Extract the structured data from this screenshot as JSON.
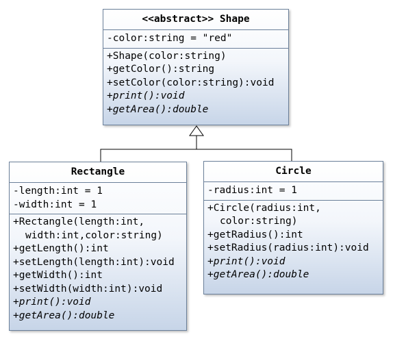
{
  "diagram": {
    "shape": {
      "name": "<<abstract>> Shape",
      "attributes": [
        {
          "text": "-color:string = \"red\"",
          "italic": false,
          "indent": false
        }
      ],
      "operations": [
        {
          "text": "+Shape(color:string)",
          "italic": false,
          "indent": false
        },
        {
          "text": "+getColor():string",
          "italic": false,
          "indent": false
        },
        {
          "text": "+setColor(color:string):void",
          "italic": false,
          "indent": false
        },
        {
          "text": "+print():void",
          "italic": true,
          "indent": false
        },
        {
          "text": "+getArea():double",
          "italic": true,
          "indent": false
        }
      ]
    },
    "rectangle": {
      "name": "Rectangle",
      "attributes": [
        {
          "text": "-length:int = 1",
          "italic": false,
          "indent": false
        },
        {
          "text": "-width:int = 1",
          "italic": false,
          "indent": false
        }
      ],
      "operations": [
        {
          "text": "+Rectangle(length:int,",
          "italic": false,
          "indent": false
        },
        {
          "text": "width:int,color:string)",
          "italic": false,
          "indent": true
        },
        {
          "text": "+getLength():int",
          "italic": false,
          "indent": false
        },
        {
          "text": "+setLength(length:int):void",
          "italic": false,
          "indent": false
        },
        {
          "text": "+getWidth():int",
          "italic": false,
          "indent": false
        },
        {
          "text": "+setWidth(width:int):void",
          "italic": false,
          "indent": false
        },
        {
          "text": "+print():void",
          "italic": true,
          "indent": false
        },
        {
          "text": "+getArea():double",
          "italic": true,
          "indent": false
        }
      ]
    },
    "circle": {
      "name": "Circle",
      "attributes": [
        {
          "text": "-radius:int = 1",
          "italic": false,
          "indent": false
        }
      ],
      "operations": [
        {
          "text": "+Circle(radius:int,",
          "italic": false,
          "indent": false
        },
        {
          "text": "color:string)",
          "italic": false,
          "indent": true
        },
        {
          "text": "+getRadius():int",
          "italic": false,
          "indent": false
        },
        {
          "text": "+setRadius(radius:int):void",
          "italic": false,
          "indent": false
        },
        {
          "text": "+print():void",
          "italic": true,
          "indent": false
        },
        {
          "text": "+getArea():double",
          "italic": true,
          "indent": false
        }
      ]
    },
    "colors": {
      "border": "#6a7f99",
      "gradient_bottom": "#c7d5e8",
      "connector": "#000000"
    }
  }
}
